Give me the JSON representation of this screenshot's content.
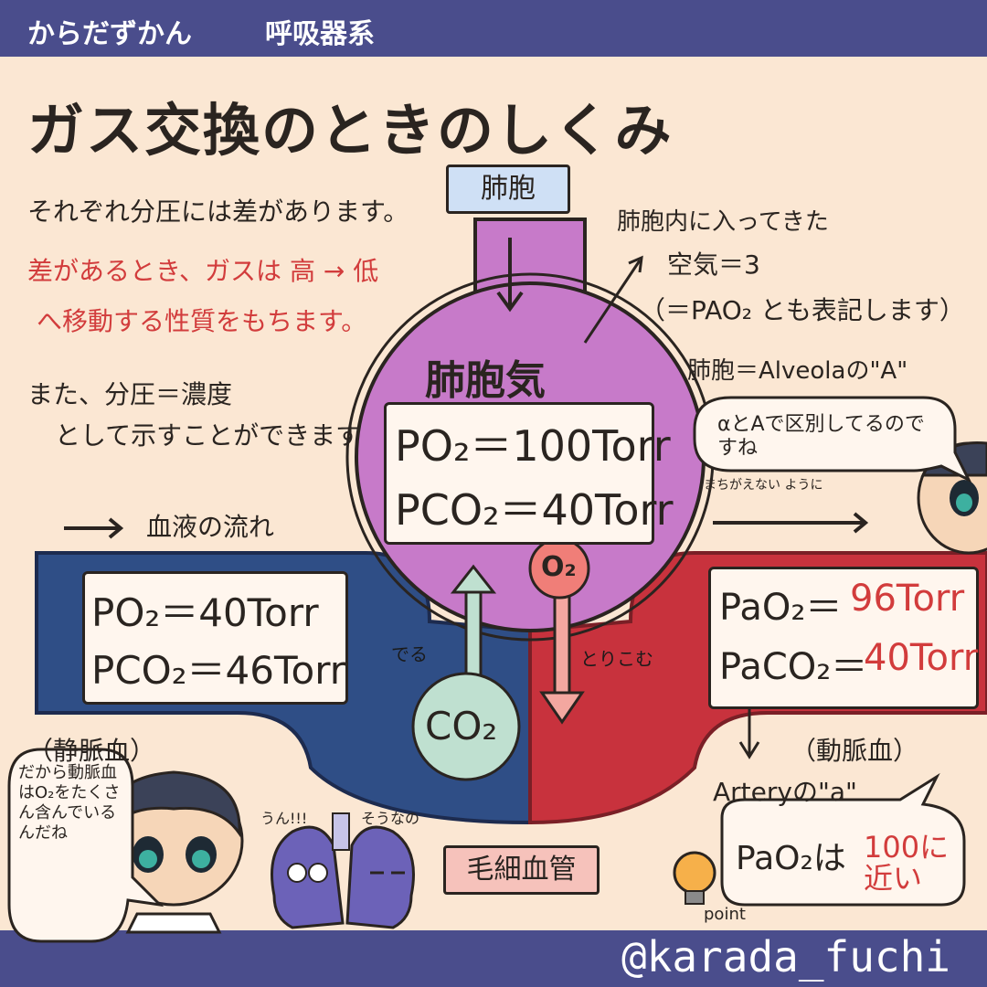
{
  "header": {
    "series": "からだずかん",
    "topic": "呼吸器系"
  },
  "title": "ガス交換のときのしくみ",
  "intro": {
    "line1": "それぞれ分圧には差があります。",
    "line2": "差があるとき、ガスは 高 → 低",
    "line3": "へ移動する性質をもちます。",
    "line4": "また、分圧＝濃度",
    "line5": "として示すことができます"
  },
  "alveolus": {
    "tag": "肺胞",
    "gas_label": "肺胞気",
    "po2": "PO₂＝100Torr",
    "pco2": "PCO₂＝40Torr",
    "o2_badge": "O₂",
    "co2_badge": "CO₂"
  },
  "annotation_alveolus": {
    "line1": "肺胞内に入ってきた",
    "line2": "空気＝3",
    "line3": "（＝PAO₂ とも表記します）",
    "line4": "肺胞＝Alveolaの\"A\"",
    "bubble": "αとAで区別してるのですね",
    "small_note": "まちがえない ように"
  },
  "flow": {
    "label": "血液の流れ"
  },
  "venous": {
    "po2": "PO₂＝40Torr",
    "pco2": "PCO₂＝46Torr",
    "label": "（静脈血）",
    "release": "でる"
  },
  "arterial": {
    "pao2_prefix": "PaO₂＝",
    "pao2_value": "96Torr",
    "paco2_prefix": "PaCO₂＝",
    "paco2_value": "40Torr",
    "label": "（動脈血）",
    "take_in": "とりこむ",
    "artery_note": "Arteryの\"a\""
  },
  "capillary": {
    "tag": "毛細血管"
  },
  "point": {
    "prefix": "PaO₂は",
    "highlight": "100に近い",
    "label": "point"
  },
  "characters": {
    "doctor_bubble": "だから動脈血はO₂をたくさん含んでいるんだね",
    "lung_left": "うん!!!",
    "lung_right": "そうなの"
  },
  "footer": {
    "handle": "@karada_fuchi"
  },
  "colors": {
    "band": "#4a4d8c",
    "background": "#fbe7d3",
    "venous_blue": "#2f4e86",
    "arterial_red": "#c8323d",
    "alveolus_purple": "#c77ac9",
    "highlight_red": "#d23c3c",
    "tag_blue": "#cfe0f5",
    "tag_pink": "#f6c2bb"
  }
}
